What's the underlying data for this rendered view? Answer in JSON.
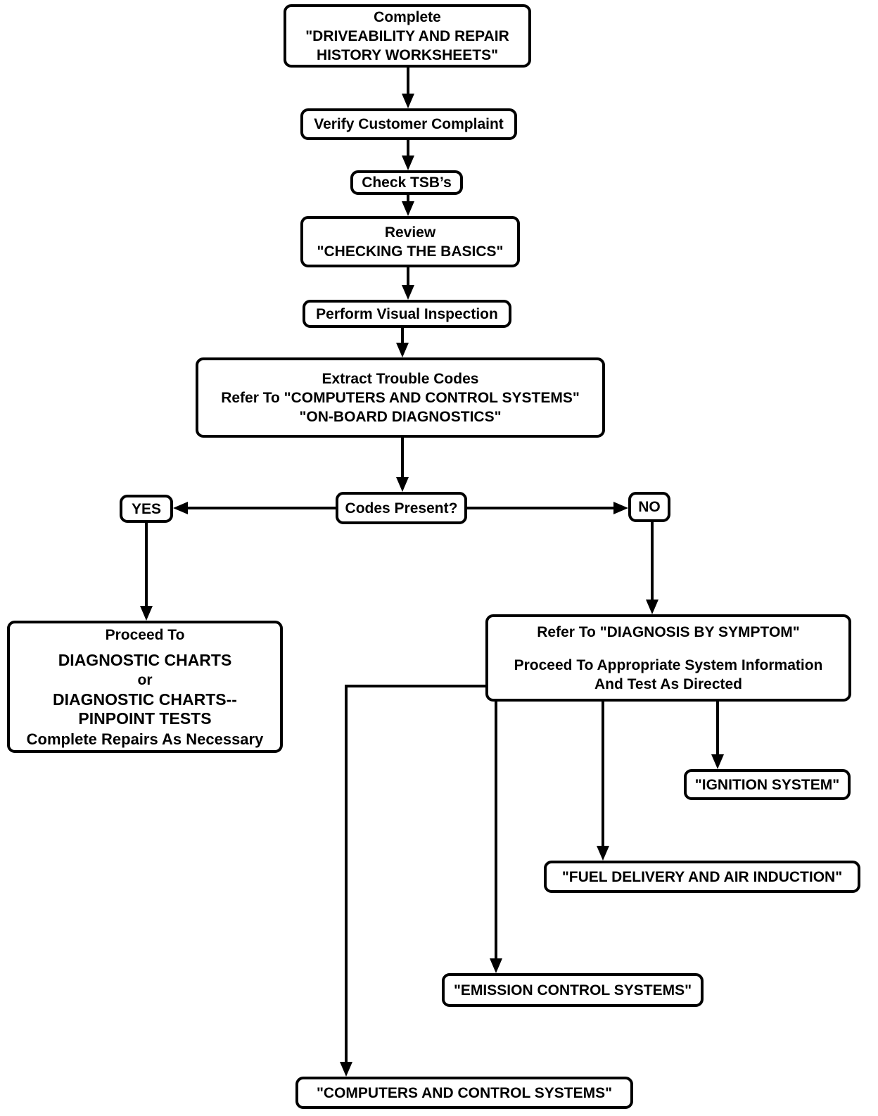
{
  "colors": {
    "background": "#ffffff",
    "line": "#000000",
    "text": "#000000"
  },
  "diagram": {
    "nodes": {
      "complete_worksheets": {
        "lines": [
          "Complete",
          "\"DRIVEABILITY AND REPAIR",
          "HISTORY WORKSHEETS\""
        ]
      },
      "verify_complaint": {
        "lines": [
          "Verify Customer Complaint"
        ]
      },
      "check_tsbs": {
        "lines": [
          "Check TSB’s"
        ]
      },
      "review_basics": {
        "lines": [
          "Review",
          "\"CHECKING THE BASICS\""
        ]
      },
      "perform_visual_inspection": {
        "lines": [
          "Perform Visual Inspection"
        ]
      },
      "extract_trouble_codes": {
        "lines": [
          "Extract Trouble Codes",
          "Refer To \"COMPUTERS AND CONTROL SYSTEMS\"",
          "\"ON-BOARD DIAGNOSTICS\""
        ]
      },
      "codes_present": {
        "lines": [
          "Codes Present?"
        ]
      },
      "yes": {
        "lines": [
          "YES"
        ]
      },
      "no": {
        "lines": [
          "NO"
        ]
      },
      "proceed_diagnostic_charts": {
        "lines": [
          "Proceed To",
          "DIAGNOSTIC CHARTS",
          "or",
          "DIAGNOSTIC CHARTS--",
          "PINPOINT TESTS",
          "Complete Repairs As Necessary"
        ]
      },
      "refer_diagnosis_by_symptom": {
        "lines": [
          "Refer To \"DIAGNOSIS BY SYMPTOM\"",
          "Proceed To Appropriate System Information",
          "And Test As Directed"
        ]
      },
      "ignition_system": {
        "lines": [
          "\"IGNITION SYSTEM\""
        ]
      },
      "fuel_delivery_air_induction": {
        "lines": [
          "\"FUEL DELIVERY AND AIR INDUCTION\""
        ]
      },
      "emission_control_systems": {
        "lines": [
          "\"EMISSION CONTROL SYSTEMS\""
        ]
      },
      "computers_control_systems": {
        "lines": [
          "\"COMPUTERS AND CONTROL SYSTEMS\""
        ]
      }
    },
    "edges": [
      {
        "from": "complete_worksheets",
        "to": "verify_complaint"
      },
      {
        "from": "verify_complaint",
        "to": "check_tsbs"
      },
      {
        "from": "check_tsbs",
        "to": "review_basics"
      },
      {
        "from": "review_basics",
        "to": "perform_visual_inspection"
      },
      {
        "from": "perform_visual_inspection",
        "to": "extract_trouble_codes"
      },
      {
        "from": "extract_trouble_codes",
        "to": "codes_present"
      },
      {
        "from": "codes_present",
        "to": "yes"
      },
      {
        "from": "codes_present",
        "to": "no"
      },
      {
        "from": "yes",
        "to": "proceed_diagnostic_charts"
      },
      {
        "from": "no",
        "to": "refer_diagnosis_by_symptom"
      },
      {
        "from": "refer_diagnosis_by_symptom",
        "to": "ignition_system"
      },
      {
        "from": "refer_diagnosis_by_symptom",
        "to": "fuel_delivery_air_induction"
      },
      {
        "from": "refer_diagnosis_by_symptom",
        "to": "emission_control_systems"
      },
      {
        "from": "refer_diagnosis_by_symptom",
        "to": "computers_control_systems"
      }
    ]
  }
}
